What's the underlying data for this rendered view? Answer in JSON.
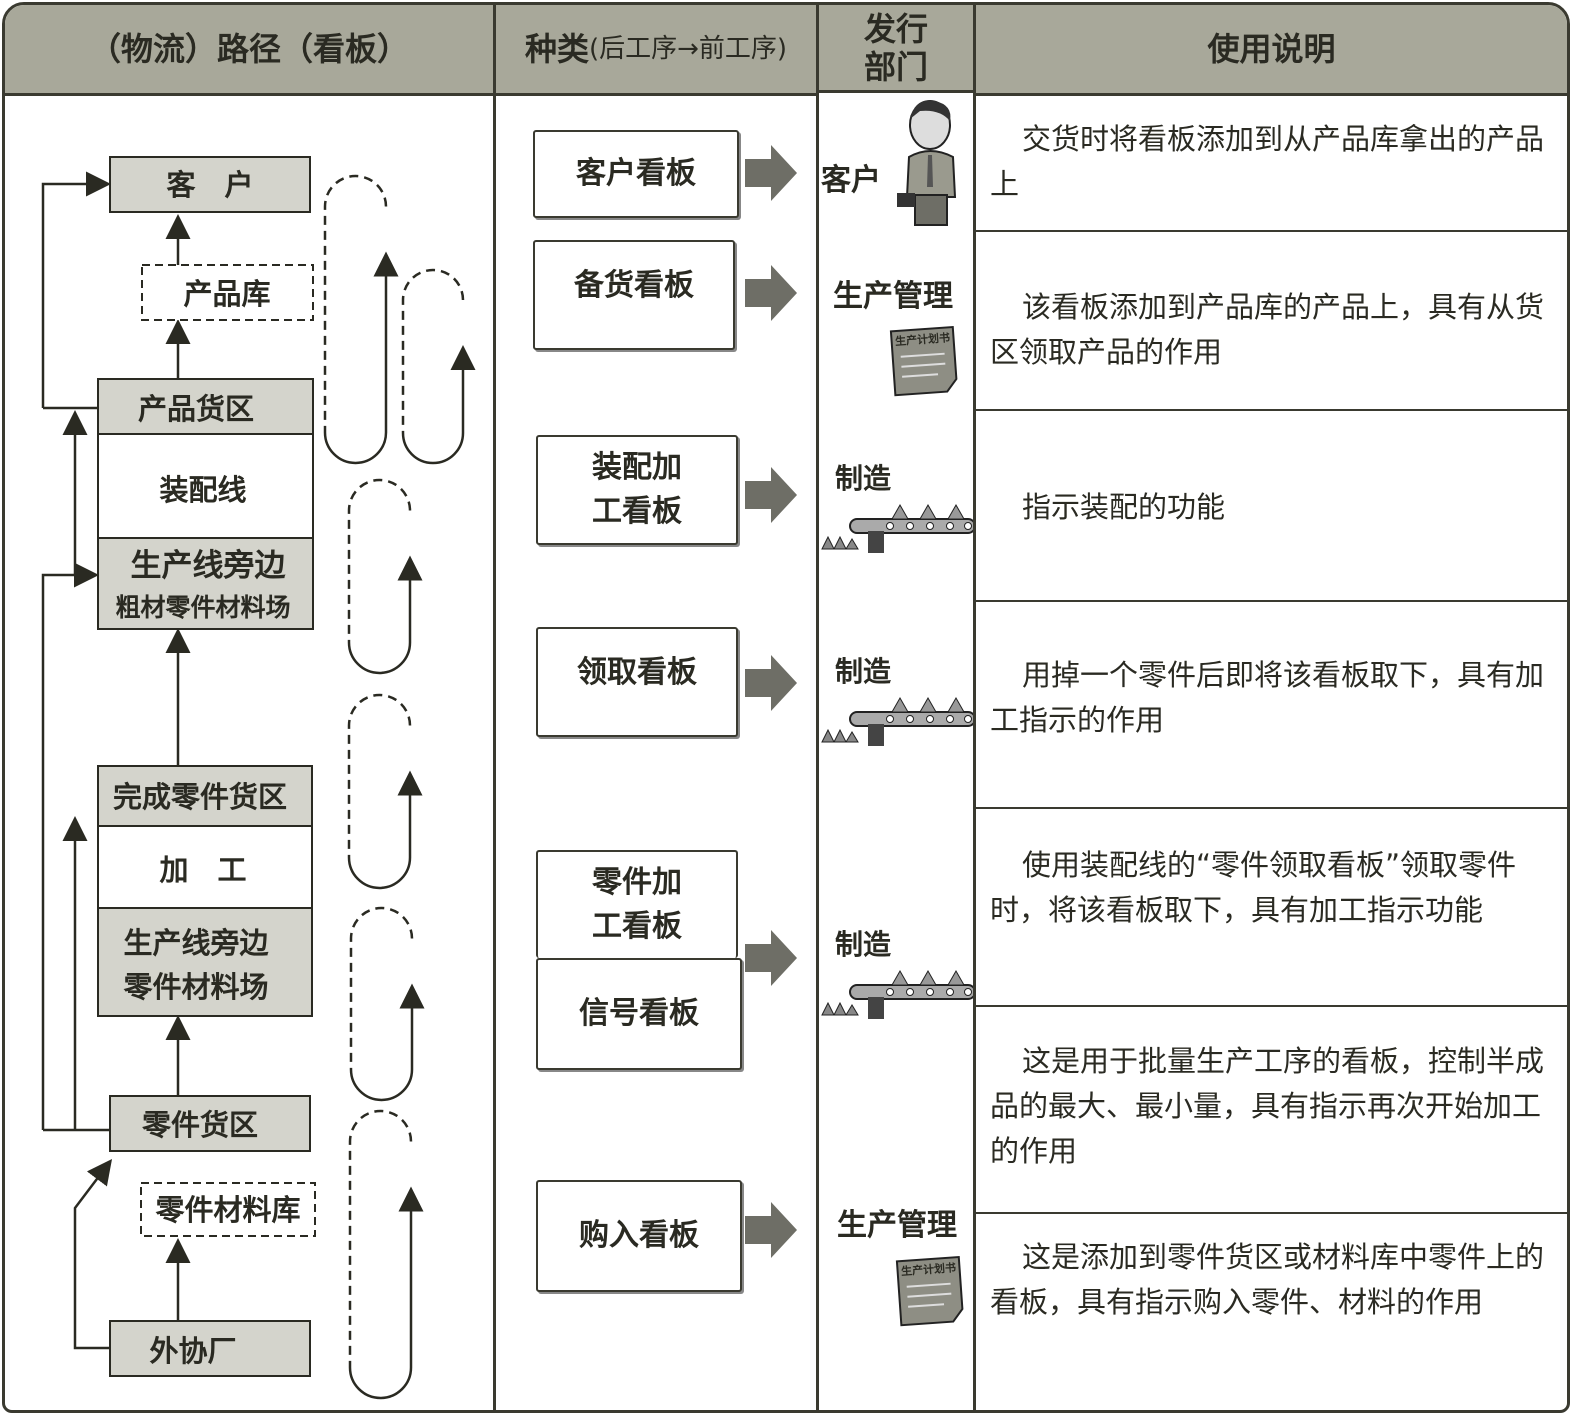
{
  "header": {
    "route": "（物流）路径（看板）",
    "kind_main": "种类",
    "kind_sub": "(后工序→前工序)",
    "dept": "发行部门",
    "usage": "使用说明"
  },
  "route": {
    "customer": "客　户",
    "product_store": "产品库",
    "product_area": "产品货区",
    "assembly": "装配线",
    "line_side_1a": "生产线旁边",
    "line_side_1b": "粗材零件材料场",
    "finished_parts": "完成零件货区",
    "processing": "加　工",
    "line_side_2a": "生产线旁边",
    "line_side_2b": "零件材料场",
    "parts_area": "零件货区",
    "parts_store": "零件材料库",
    "supplier": "外协厂"
  },
  "kanban": [
    "客户看板",
    "备货看板",
    "装配加工看板",
    "领取看板",
    "零件加工看板",
    "信号看板",
    "购入看板"
  ],
  "depts": [
    "客户",
    "生产管理",
    "制造",
    "制造",
    "制造",
    "生产管理"
  ],
  "doc_label": "生产计划书",
  "descriptions": [
    "交货时将看板添加到从产品库拿出的产品上",
    "该看板添加到产品库的产品上，具有从货区领取产品的作用",
    "指示装配的功能",
    "用掉一个零件后即将该看板取下，具有加工指示的作用",
    "使用装配线的“零件领取看板”领取零件时，将该看板取下，具有加工指示功能",
    "这是用于批量生产工序的看板，控制半成品的最大、最小量，具有指示再次开始加工的作用",
    "这是添加到零件货区或材料库中零件上的看板，具有指示购入零件、材料的作用"
  ],
  "colors": {
    "header": "#a8a89a",
    "box_fill": "#d4d4cc",
    "line": "#3a3a30",
    "arrow": "#6e6e66"
  }
}
